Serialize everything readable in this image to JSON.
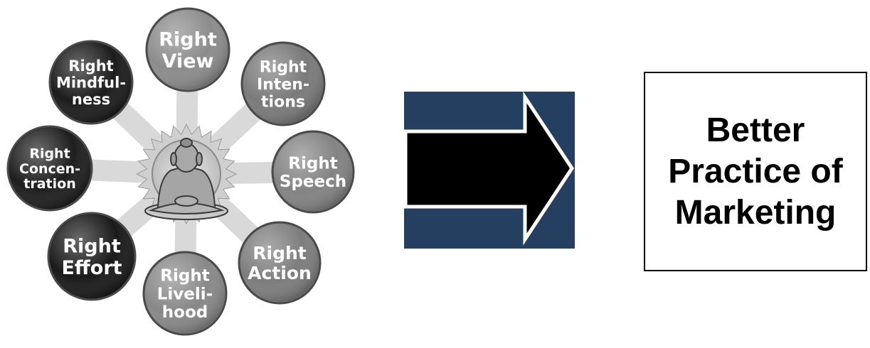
{
  "wheel": {
    "nodes": [
      {
        "id": "right-view",
        "lines": [
          "Right",
          "View"
        ],
        "shade": "#8c8c8c"
      },
      {
        "id": "right-intentions",
        "lines": [
          "Right",
          "Inten-",
          "tions"
        ],
        "shade": "#7a7a7a"
      },
      {
        "id": "right-speech",
        "lines": [
          "Right",
          "Speech"
        ],
        "shade": "#838383"
      },
      {
        "id": "right-action",
        "lines": [
          "Right",
          "Action"
        ],
        "shade": "#7d7d7d"
      },
      {
        "id": "right-livelihood",
        "lines": [
          "Right",
          "Liveli-",
          "hood"
        ],
        "shade": "#888888"
      },
      {
        "id": "right-effort",
        "lines": [
          "Right",
          "Effort"
        ],
        "shade": "#1a1a1a"
      },
      {
        "id": "right-concentration",
        "lines": [
          "Right",
          "Concen-",
          "tration"
        ],
        "shade": "#1e1e1e"
      },
      {
        "id": "right-mindfulness",
        "lines": [
          "Right",
          "Mindful-",
          "ness"
        ],
        "shade": "#1c1c1c"
      }
    ],
    "hub_icon": "meditating-buddha-icon"
  },
  "arrow": {
    "icon": "right-arrow-icon",
    "panel_color": "#253f60"
  },
  "result": {
    "lines": [
      "Better",
      "Practice of",
      "Marketing"
    ]
  }
}
